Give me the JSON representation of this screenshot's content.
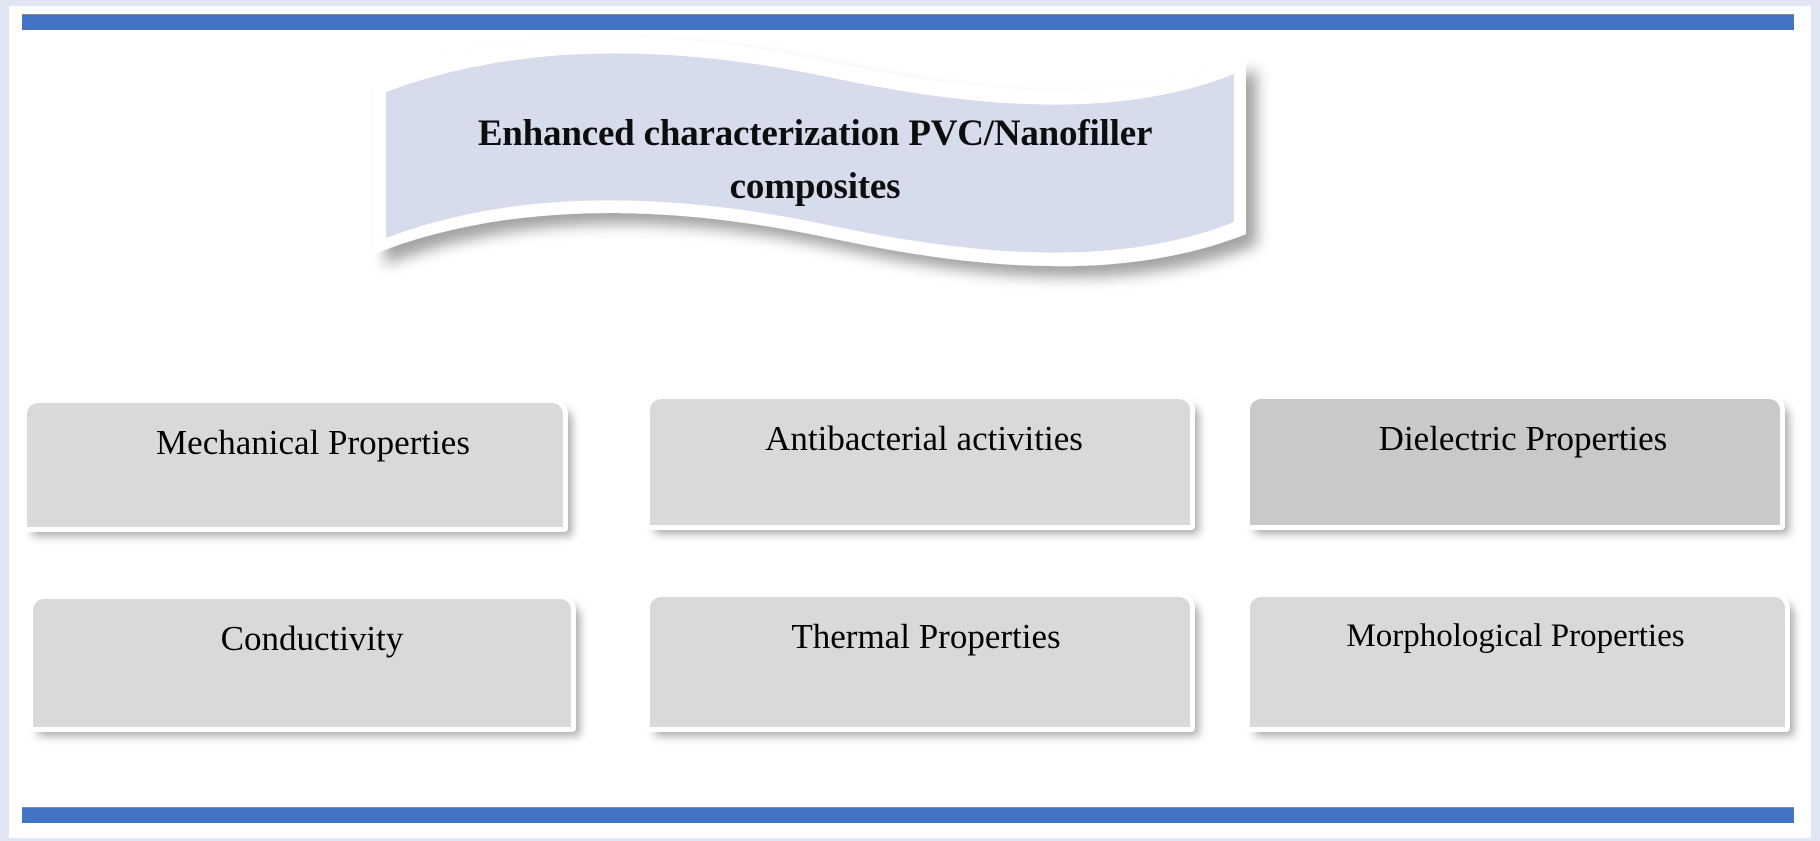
{
  "page": {
    "background_color": "#ffffff",
    "frame_color": "#dfe5f3",
    "accent_color": "#4472c4"
  },
  "banner": {
    "shape": "wave-ribbon",
    "fill_color": "#d6dcec",
    "outline_color": "#ffffff",
    "title": "Enhanced characterization PVC/Nanofiller composites",
    "title_line_1": "Enhanced characterization PVC/Nanofiller",
    "title_line_2": "composites"
  },
  "boxes": [
    {
      "id": "mechanical",
      "label": "Mechanical Properties",
      "fill_color": "#d9d9d9",
      "row": 1,
      "col": 1
    },
    {
      "id": "antibacterial",
      "label": "Antibacterial activities",
      "fill_color": "#d9d9d9",
      "row": 1,
      "col": 2
    },
    {
      "id": "dielectric",
      "label": "Dielectric Properties",
      "fill_color": "#c9c9c9",
      "row": 1,
      "col": 3
    },
    {
      "id": "conductivity",
      "label": "Conductivity",
      "fill_color": "#d9d9d9",
      "row": 2,
      "col": 1
    },
    {
      "id": "thermal",
      "label": "Thermal Properties",
      "fill_color": "#d9d9d9",
      "row": 2,
      "col": 2
    },
    {
      "id": "morphological",
      "label": "Morphological Properties",
      "fill_color": "#d9d9d9",
      "row": 2,
      "col": 3
    }
  ]
}
